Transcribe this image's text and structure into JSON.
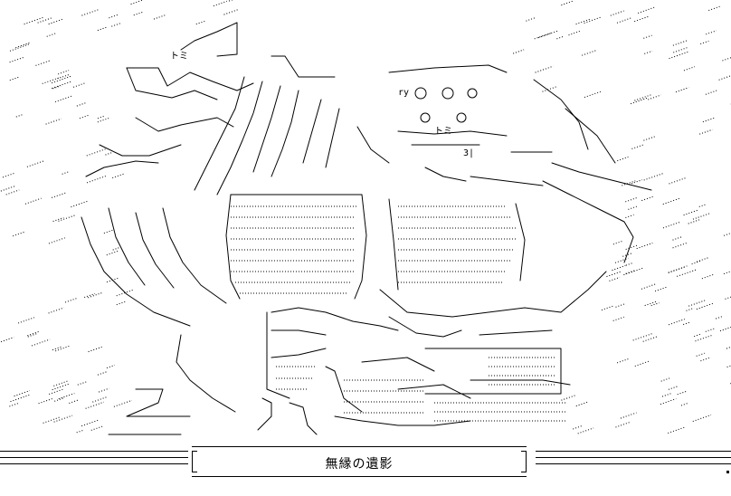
{
  "art": {
    "tags": [
      "トミ",
      "トミ",
      "ry",
      "3|"
    ],
    "caption": "無縁の遺影"
  }
}
